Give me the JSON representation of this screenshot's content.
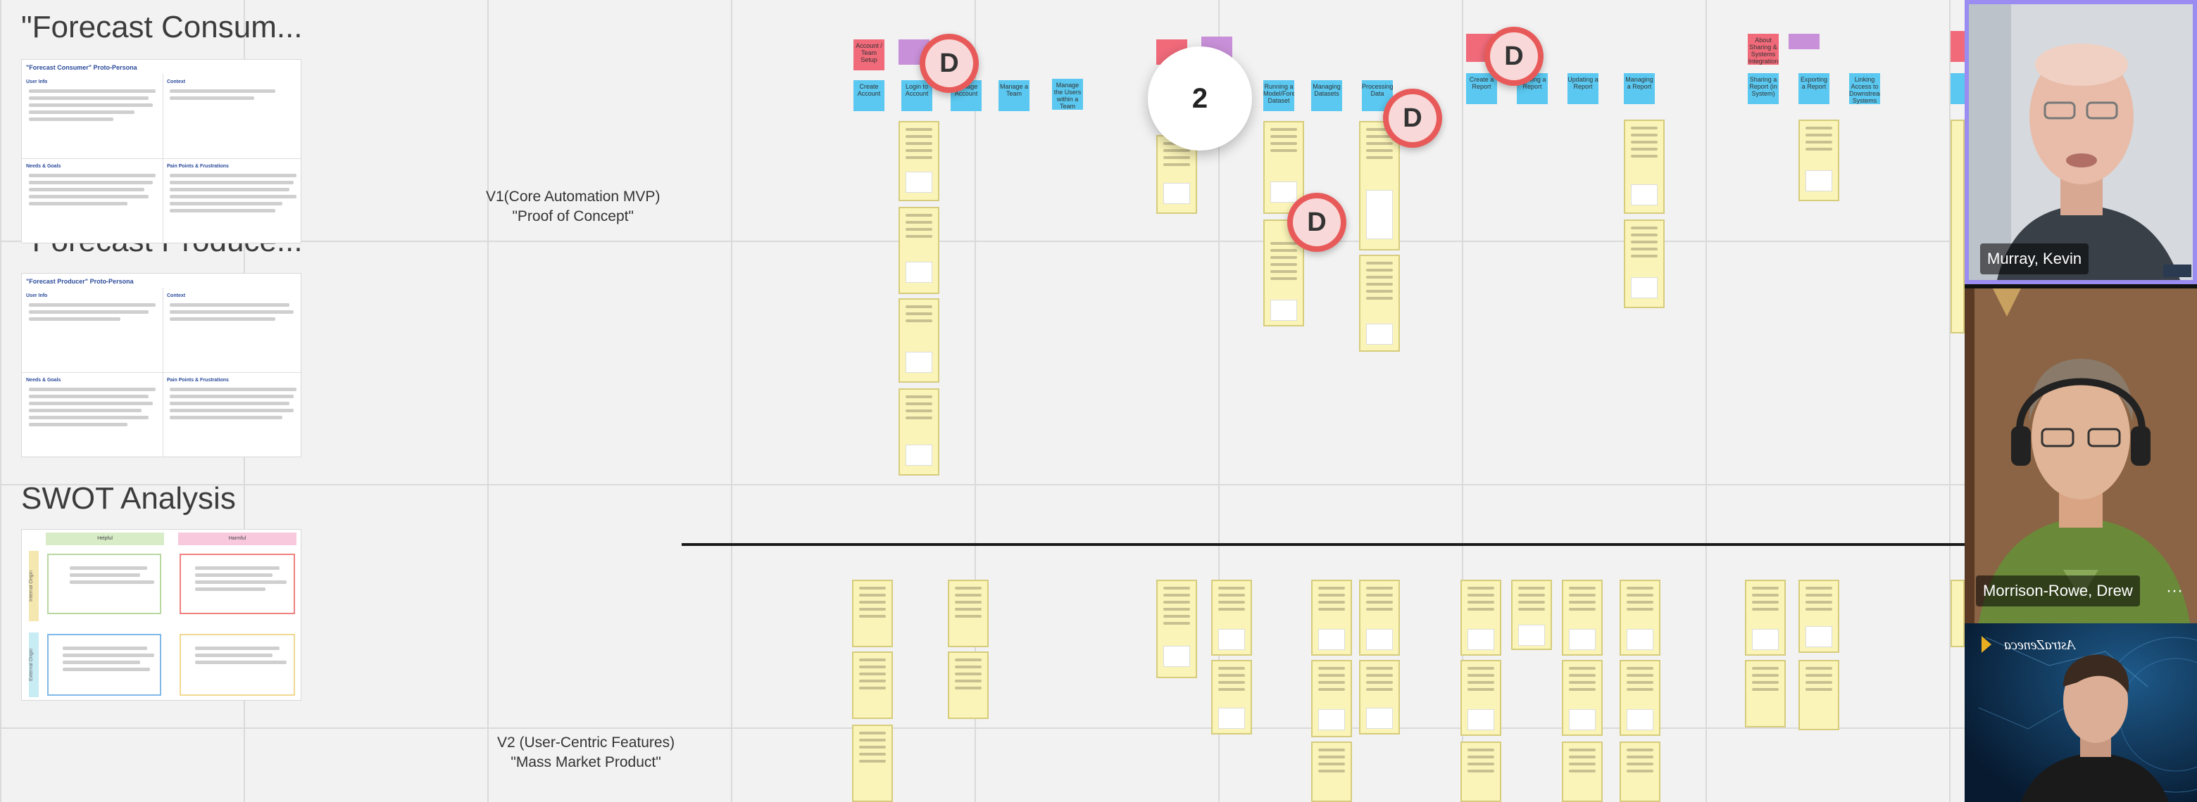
{
  "frames": {
    "consumer_title": "\"Forecast Consum...",
    "producer_title": "\"Forecast Produce...",
    "swot_title": "SWOT Analysis"
  },
  "consumer_persona": {
    "title": "\"Forecast Consumer\" Proto-Persona",
    "user_info": "User Info",
    "context": "Context",
    "needs_goals": "Needs & Goals",
    "pain_points": "Pain Points & Frustrations"
  },
  "producer_persona": {
    "title": "\"Forecast Producer\" Proto-Persona",
    "user_info": "User Info",
    "context": "Context",
    "needs_goals": "Needs & Goals",
    "pain_points": "Pain Points & Frustrations"
  },
  "swot": {
    "helpful": "Helpful",
    "harmful": "Harmful",
    "internal": "Internal Origin",
    "external": "External Origin",
    "colors": {
      "helpful": "#d8ecc8",
      "harmful": "#f8c8dc",
      "green_box": "#b8d8a0",
      "red_box": "#f08080",
      "blue_box": "#80b8e8",
      "yellow_box": "#f0d890"
    }
  },
  "releases": {
    "v1_line1": "V1(Core Automation MVP)",
    "v1_line2": "\"Proof of Concept\"",
    "v2_line1": "V2 (User-Centric Features)",
    "v2_line2": "\"Mass Market Product\""
  },
  "activities": {
    "account_team_setup": "Account / Team Setup",
    "about_sharing": "About Sharing & Systems Integration"
  },
  "tasks": {
    "create_account": "Create Account",
    "login": "Login to Account",
    "manage_account": "Manage Account",
    "manage_team": "Manage a Team",
    "manage_users": "Manage the Users within a Team",
    "running_model": "Running a Model/Forecast Dataset",
    "managing_datasets": "Managing Datasets",
    "processing_data": "Processing Data",
    "create_report": "Create a Report",
    "viewing_report": "Viewing a Report",
    "updating_report": "Updating a Report",
    "managing_report": "Managing a Report",
    "sharing_report": "Sharing a Report (in System)",
    "exporting_report": "Exporting a Report",
    "linking_access": "Linking Access to Downstream Systems"
  },
  "collaborator_cursor": "D",
  "cluster_count": "2",
  "participants": [
    {
      "name": "Murray, Kevin",
      "active": true
    },
    {
      "name": "Morrison-Rowe, Drew",
      "more": "···"
    },
    {
      "name": "",
      "background_brand": "AstraZeneca"
    }
  ],
  "colors": {
    "task_blue": "#5ac8f0",
    "activity_red": "#f06a7a",
    "activity_purple": "#c890d8",
    "story_yellow": "#faf4b8",
    "cursor_red": "#e85a5a",
    "active_speaker": "#9a8cf0"
  }
}
